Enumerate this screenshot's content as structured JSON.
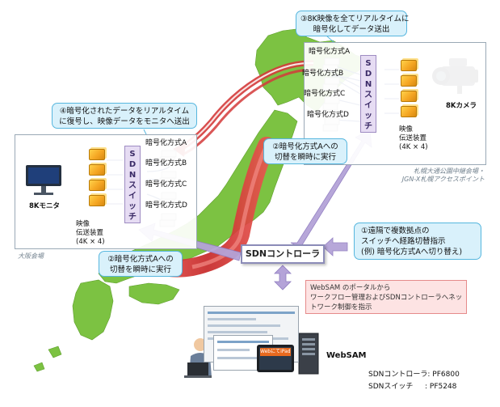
{
  "callouts": {
    "c3": [
      "③8K映像を全てリアルタイムに",
      "暗号化してデータ送出"
    ],
    "c4": [
      "④暗号化されたデータをリアルタイム",
      "に復号し、映像データをモニタへ送出"
    ],
    "c2_right": [
      "②暗号化方式Aへの",
      "切替を瞬時に実行"
    ],
    "c2_left": [
      "②暗号化方式Aへの",
      "切替を瞬時に実行"
    ],
    "c1": [
      "①遠隔で複数拠点の",
      "スイッチへ経路切替指示",
      "(例) 暗号化方式Aへ切り替え)"
    ]
  },
  "sapporo": {
    "methods": [
      "暗号化方式A",
      "暗号化方式B",
      "暗号化方式C",
      "暗号化方式D"
    ],
    "switch_chars": [
      "S",
      "D",
      "N",
      "ス",
      "イ",
      "ッ",
      "チ"
    ],
    "transmitter": [
      "映像",
      "伝送装置",
      "(4K × 4)"
    ],
    "camera_label": "8Kカメラ",
    "venue": [
      "札幌大通公園中継会場・",
      "JGN-X札幌アクセスポイント"
    ]
  },
  "osaka": {
    "methods": [
      "暗号化方式A",
      "暗号化方式B",
      "暗号化方式C",
      "暗号化方式D"
    ],
    "switch_chars": [
      "S",
      "D",
      "N",
      "ス",
      "イ",
      "ッ",
      "チ"
    ],
    "transmitter": [
      "映像",
      "伝送装置",
      "(4K × 4)"
    ],
    "monitor_label": "8Kモニタ",
    "venue": "大阪会場"
  },
  "controller_label": "SDNコントローラ",
  "webspec": [
    "WebSAM のポータルから",
    "ワークフロー管理およびSDNコントローラへネッ",
    "トワーク制御を指示"
  ],
  "websam_label": "WebSAM",
  "tablet_label": "WebにてiPadでも",
  "products": [
    {
      "name": "SDNコントローラ",
      "model": ": PF6800"
    },
    {
      "name": "SDNスイッチ",
      "model": ": PF5248"
    }
  ],
  "colors": {
    "land": "#7cc242",
    "red_path": "#d43a3a",
    "purple_arrow": "#b4a3d8",
    "callout_bg": "#d9f1fb",
    "callout_border": "#56b6de"
  }
}
